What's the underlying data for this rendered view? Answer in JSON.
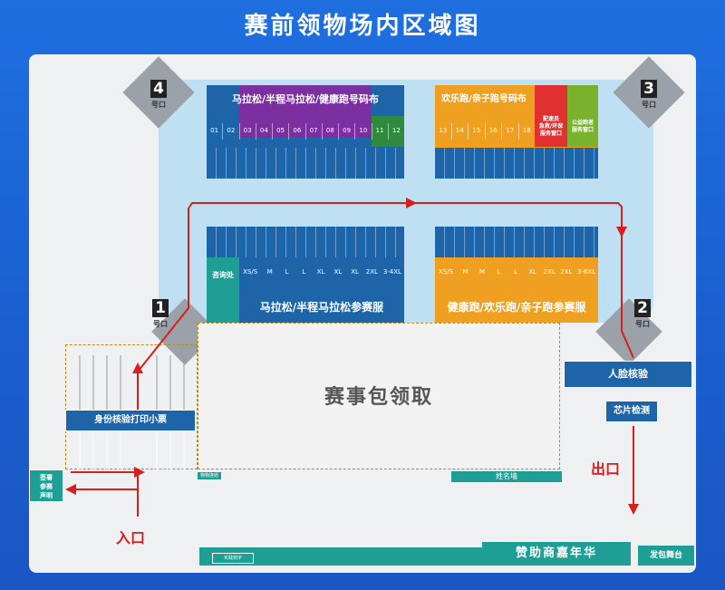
{
  "title": "赛前领物场内区域图",
  "gates": [
    {
      "num": "4",
      "sub": "号口"
    },
    {
      "num": "3",
      "sub": "号口"
    },
    {
      "num": "1",
      "sub": "号口"
    },
    {
      "num": "2",
      "sub": "号口"
    }
  ],
  "top_left": {
    "header": "马拉松/半程马拉松/健康跑号码布",
    "numbers": [
      "01",
      "02",
      "03",
      "04",
      "05",
      "06",
      "07",
      "08",
      "09",
      "10",
      "11",
      "12"
    ]
  },
  "top_right": {
    "header": "欢乐跑/亲子跑号码布",
    "numbers": [
      "13",
      "14",
      "15",
      "16",
      "17",
      "18"
    ],
    "special1": "配速员\n急救/环保\n服务窗口",
    "special2": "公益跑者\n服务窗口"
  },
  "bottom_left": {
    "info_desk": "咨询处",
    "sizes": [
      "XS/S",
      "M",
      "L",
      "L",
      "XL",
      "XL",
      "XL",
      "2XL",
      "3-4XL"
    ],
    "label": "马拉松/半程马拉松参赛服"
  },
  "bottom_right": {
    "sizes": [
      "XS/S",
      "M",
      "M",
      "L",
      "L",
      "XL",
      "2XL",
      "2XL",
      "3-6XL"
    ],
    "label": "健康跑/欢乐跑/亲子跑参赛服"
  },
  "center": "赛事包领取",
  "id_check": "身份核验打印小票",
  "sign": "签署\n参赛\n声明",
  "face": "人脸核验",
  "chip": "芯片检测",
  "name_wall": "姓名墙",
  "entrance": "入口",
  "exit": "出口",
  "sponsor": "赞助商嘉年华",
  "stage": "发包舞台",
  "small1": "物物连结",
  "small2": "实践刻字",
  "colors": {
    "blue": "#1d65a8",
    "purple": "#7b2fa0",
    "green": "#2e8b3e",
    "orange": "#f0a020",
    "red": "#e03030",
    "lime": "#7ab22e",
    "teal": "#1e9e94",
    "route": "#d81e1e"
  }
}
